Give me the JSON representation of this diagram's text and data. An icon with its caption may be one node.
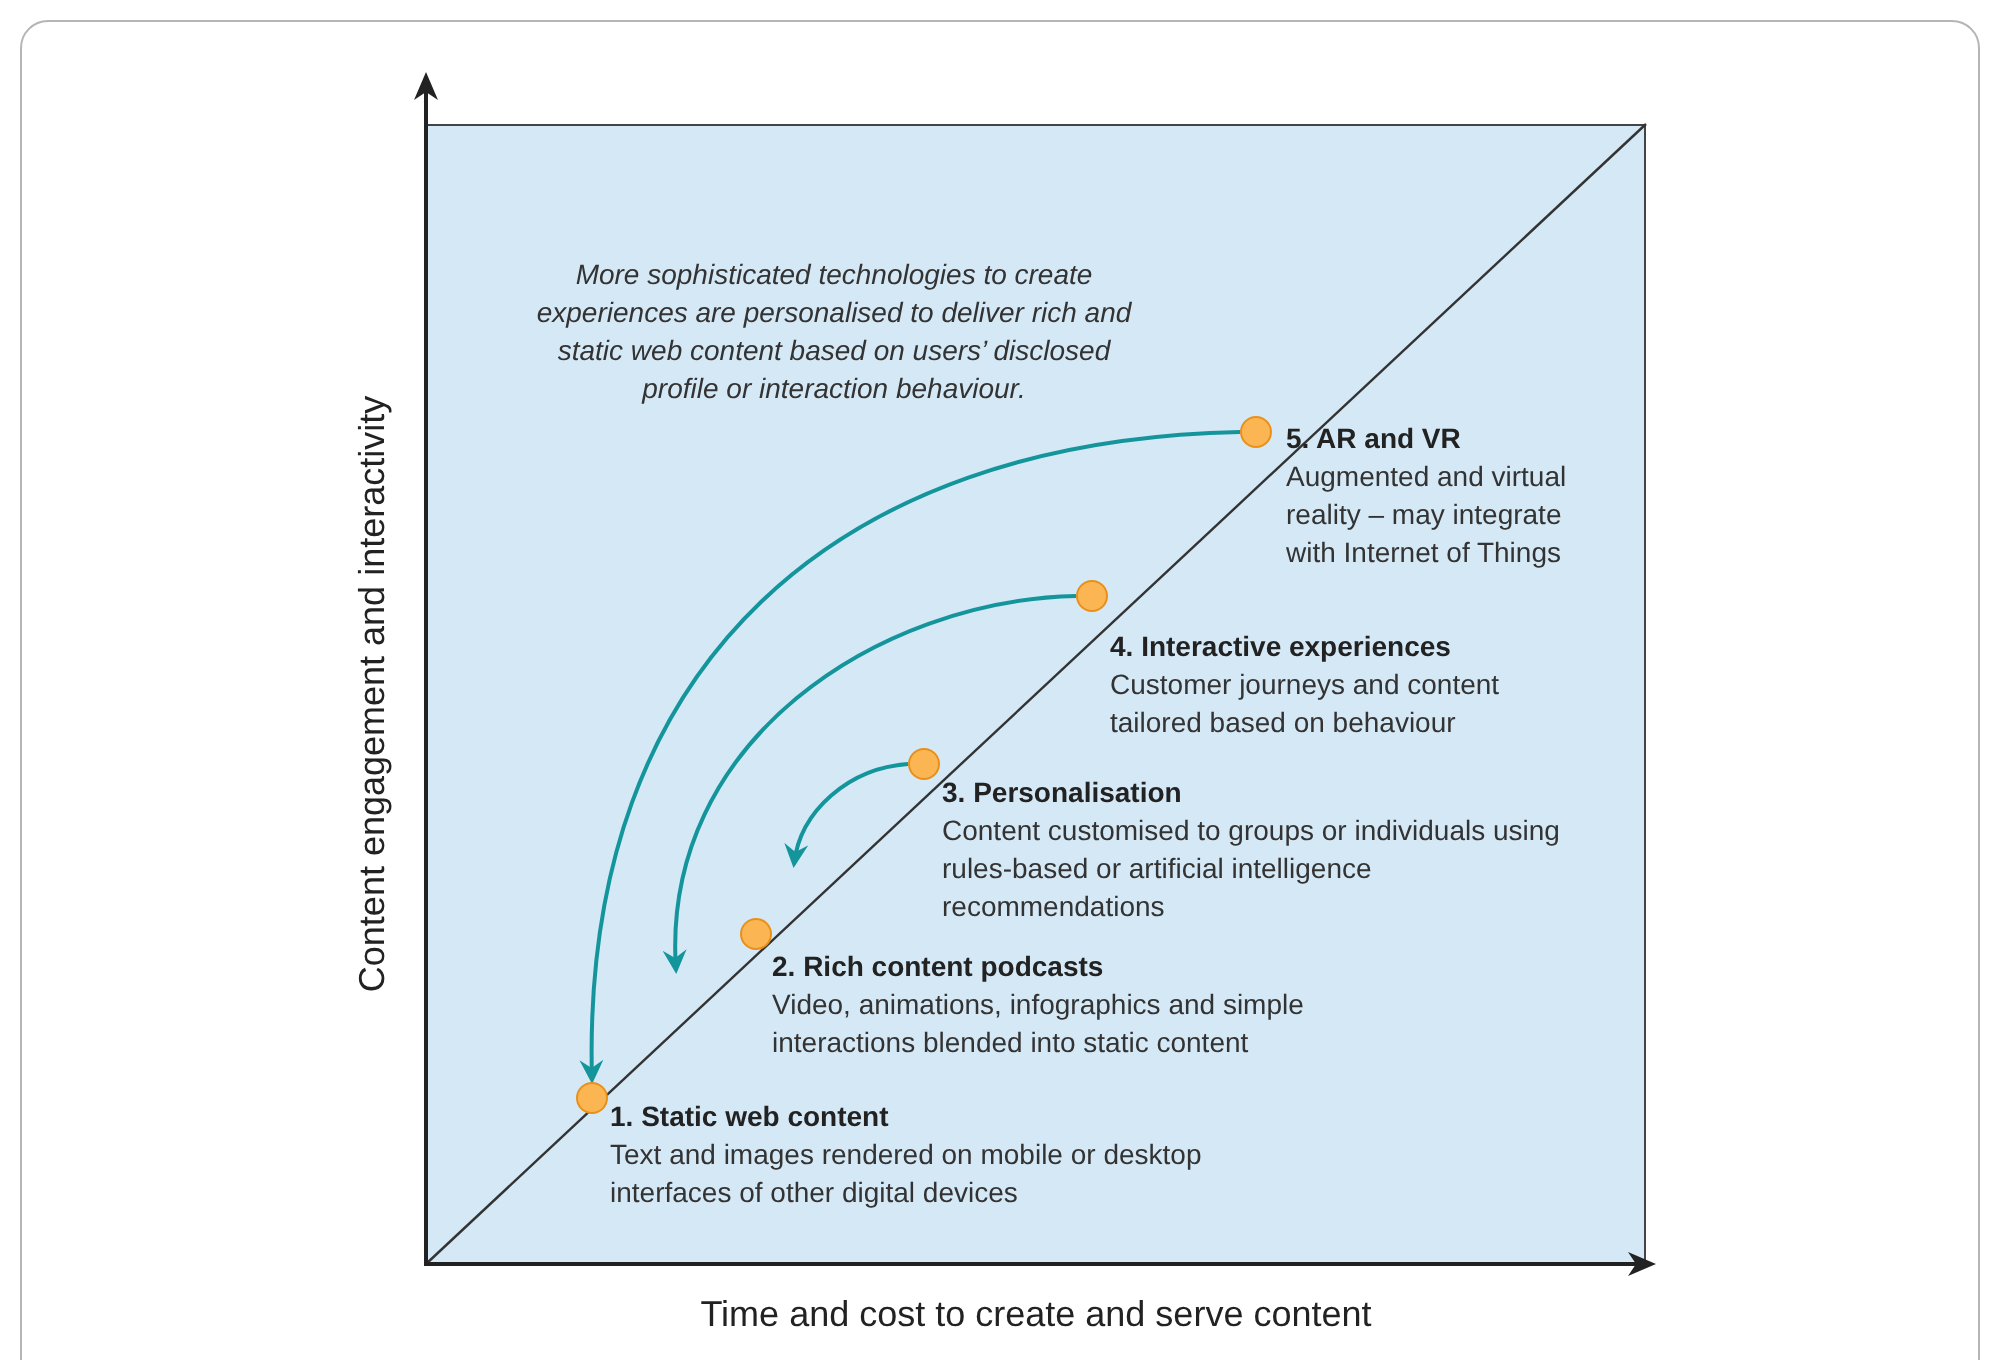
{
  "diagram": {
    "nodes": [
      {
        "text": [],
        "shape": "circle",
        "beside": [
          "1. Static web content",
          "Text and images rendered on mobile or desktop interfaces of other digital devices"
        ]
      },
      {
        "text": [],
        "shape": "circle",
        "beside": [
          "2. Rich content podcasts",
          "Video, animations, infographics and simple interactions blended into static content"
        ]
      },
      {
        "text": [],
        "shape": "circle",
        "beside": [
          "3. Personalisation",
          "Content customised to groups or individuals using rules-based or artificial intelligence recommendations"
        ]
      },
      {
        "text": [],
        "shape": "circle",
        "beside": [
          "4. Interactive experiences",
          "Customer journeys and content tailored based on behaviour"
        ]
      },
      {
        "text": [],
        "shape": "circle",
        "beside": [
          "5. AR and VR",
          "Augmented and virtual reality – may integrate with Internet of Things"
        ]
      }
    ],
    "edges": [
      {
        "from": 4,
        "to": 0,
        "arrow": "to"
      },
      {
        "from": 3,
        "to": null,
        "arrow": "to"
      },
      {
        "from": 2,
        "to": null,
        "arrow": "to"
      }
    ],
    "labels": [
      "More sophisticated technologies to create experiences are personalised to deliver rich and static web content based on users’ disclosed profile or interaction behaviour.",
      "Content engagement and interactivity",
      "Time and cost to create and serve content"
    ]
  }
}
